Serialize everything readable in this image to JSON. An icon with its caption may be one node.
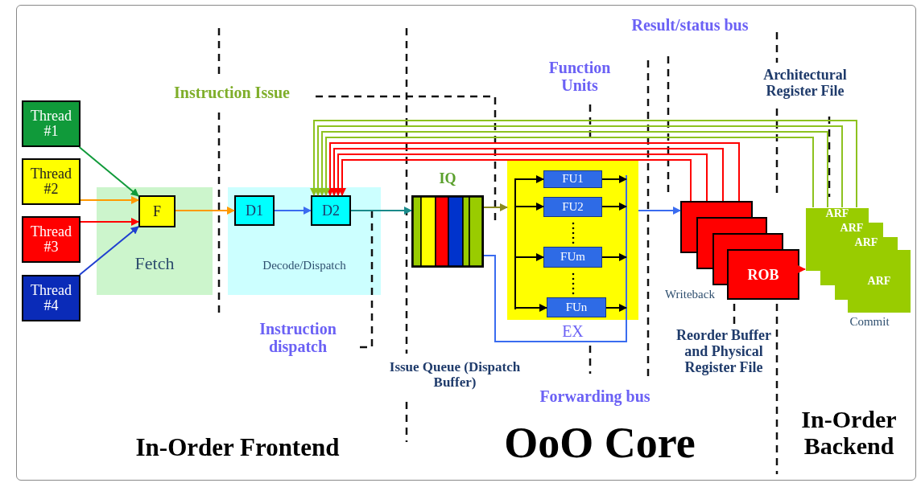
{
  "diagram": {
    "nodes": [
      {
        "text": [
          "Thread #1"
        ]
      },
      {
        "text": [
          "Thread #2"
        ]
      },
      {
        "text": [
          "Thread #3"
        ]
      },
      {
        "text": [
          "Thread #4"
        ]
      },
      {
        "text": [
          "Fetch"
        ]
      },
      {
        "text": [
          "F"
        ],
        "in": 4
      },
      {
        "text": [
          "Decode/Dispatch"
        ]
      },
      {
        "text": [
          "D1"
        ],
        "in": 6
      },
      {
        "text": [
          "D2"
        ],
        "in": 6
      },
      {
        "text": [
          "IQ"
        ]
      },
      {
        "text": [
          "EX"
        ]
      },
      {
        "text": [
          "FU1"
        ],
        "in": 10
      },
      {
        "text": [
          "FU2"
        ],
        "in": 10
      },
      {
        "text": [
          "FUm"
        ],
        "in": 10
      },
      {
        "text": [
          "FUn"
        ],
        "in": 10
      },
      {
        "text": [
          "ROB"
        ]
      },
      {
        "text": [
          "ARF",
          "ARF",
          "ARF",
          "ARF"
        ]
      }
    ],
    "edges": [
      {
        "from": 0,
        "to": 5,
        "arrow": "to",
        "color": "#109a3a"
      },
      {
        "from": 1,
        "to": 5,
        "arrow": "to",
        "color": "#ff9900"
      },
      {
        "from": 2,
        "to": 5,
        "arrow": "to",
        "color": "#ff0000"
      },
      {
        "from": 3,
        "to": 5,
        "arrow": "to",
        "color": "#1f3fd0"
      },
      {
        "from": 5,
        "to": 7,
        "arrow": "to",
        "color": "#ff9900"
      },
      {
        "from": 7,
        "to": 8,
        "arrow": "to",
        "color": "#3a6cf0"
      },
      {
        "from": 8,
        "to": 9,
        "arrow": "to",
        "color": "#1a8a8a"
      },
      {
        "from": 9,
        "to": 10,
        "arrow": "to",
        "color": "#8a8a20"
      },
      {
        "from": null,
        "to": 11,
        "arrow": "to",
        "color": "#000000"
      },
      {
        "from": null,
        "to": 12,
        "arrow": "to",
        "color": "#000000"
      },
      {
        "from": null,
        "to": 13,
        "arrow": "to",
        "color": "#000000"
      },
      {
        "from": null,
        "to": 14,
        "arrow": "to",
        "color": "#000000"
      },
      {
        "from": 11,
        "to": null,
        "arrow": "to",
        "color": "#000000"
      },
      {
        "from": 12,
        "to": null,
        "arrow": "to",
        "color": "#000000"
      },
      {
        "from": 13,
        "to": null,
        "arrow": "to",
        "color": "#000000"
      },
      {
        "from": 14,
        "to": null,
        "arrow": "to",
        "color": "#000000"
      },
      {
        "from": 10,
        "to": 15,
        "arrow": "to",
        "color": "#3a6cf0"
      },
      {
        "from": 10,
        "to": 9,
        "arrow": "none",
        "color": "#3a6cf0"
      },
      {
        "from": 15,
        "to": 8,
        "arrow": "to",
        "color": "#ff0000"
      },
      {
        "from": 15,
        "to": 8,
        "arrow": "to",
        "color": "#ff0000"
      },
      {
        "from": 15,
        "to": 8,
        "arrow": "to",
        "color": "#ff0000"
      },
      {
        "from": 15,
        "to": 8,
        "arrow": "to",
        "color": "#ff0000"
      },
      {
        "from": 16,
        "to": 8,
        "arrow": "to",
        "color": "#8dc21f"
      },
      {
        "from": 16,
        "to": 8,
        "arrow": "to",
        "color": "#8dc21f"
      },
      {
        "from": 16,
        "to": 8,
        "arrow": "to",
        "color": "#8dc21f"
      },
      {
        "from": 16,
        "to": 8,
        "arrow": "to",
        "color": "#8dc21f"
      },
      {
        "from": 15,
        "to": 16,
        "arrow": "to",
        "color": "#ff0000"
      }
    ],
    "labels": [
      "Instruction Issue",
      "Result/status bus",
      "Function Units",
      "Architectural Register File",
      "Instruction dispatch",
      "Issue Queue (Dispatch Buffer)",
      "Forwarding bus",
      "Writeback",
      "Commit",
      "Reorder Buffer and Physical Register File",
      "In-Order Frontend",
      "OoO Core",
      "In-Order Backend"
    ]
  }
}
